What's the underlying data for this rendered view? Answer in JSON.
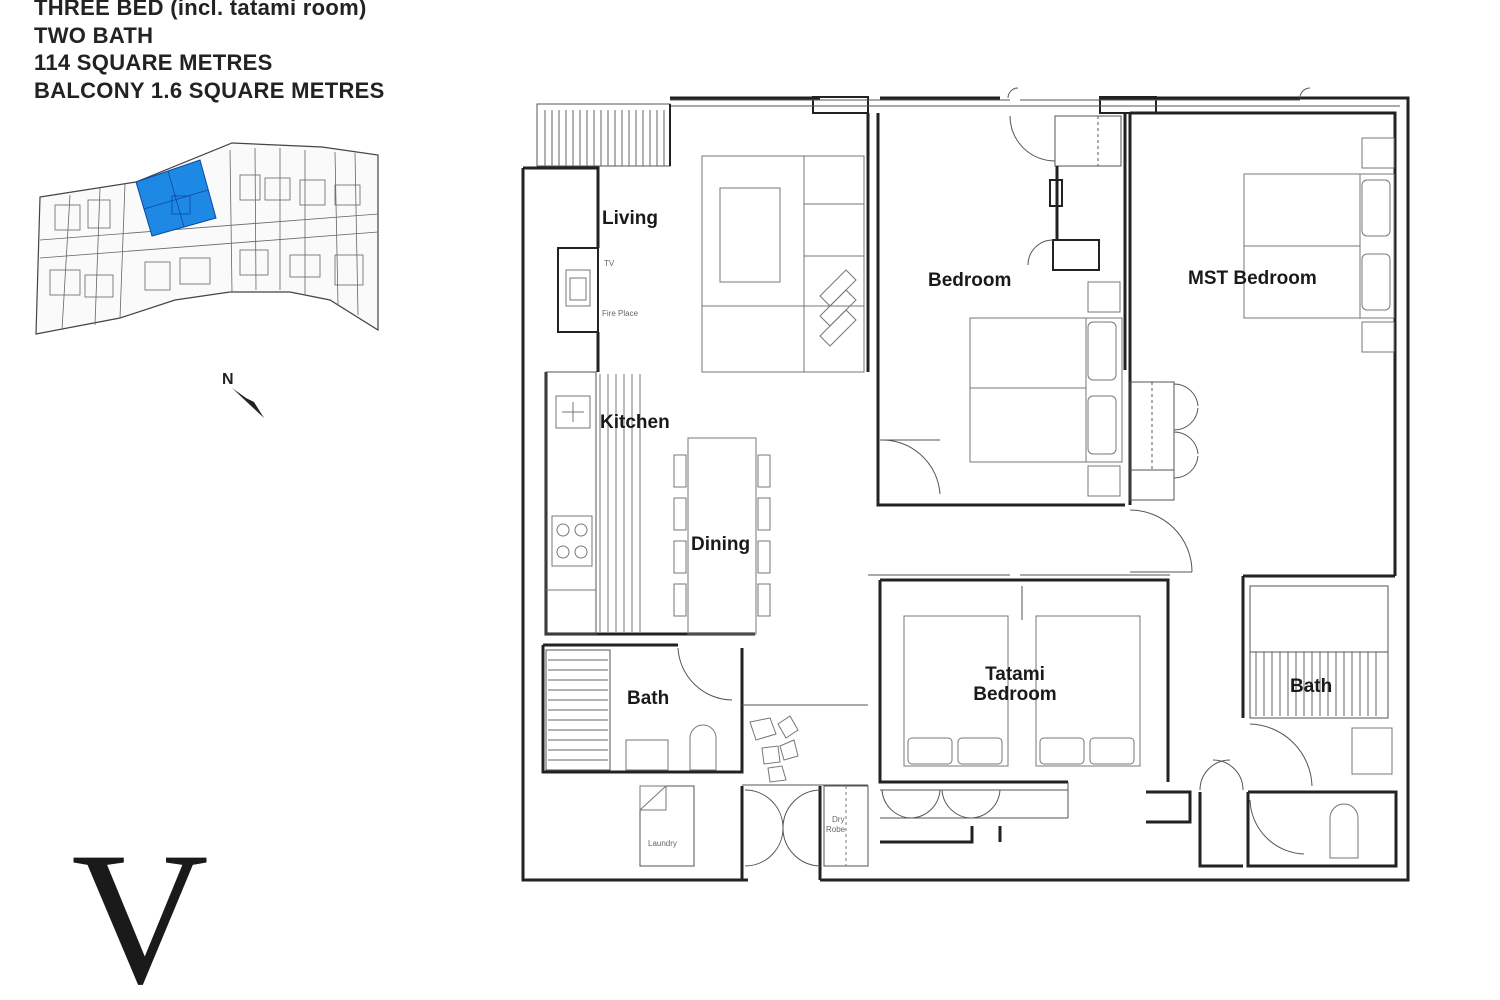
{
  "header": {
    "line1": "THREE BED (incl. tatami room)",
    "line2": "TWO BATH",
    "line3": "114 SQUARE METRES",
    "line4": "BALCONY 1.6 SQUARE METRES"
  },
  "keyplan": {
    "highlight_color": "#1e88e5",
    "north_label": "N"
  },
  "logo": {
    "letter": "V"
  },
  "rooms": {
    "living": "Living",
    "kitchen": "Kitchen",
    "dining": "Dining",
    "bedroom": "Bedroom",
    "mst_bedroom": "MST Bedroom",
    "tatami_line1": "Tatami",
    "tatami_line2": "Bedroom",
    "bath1": "Bath",
    "bath2": "Bath"
  },
  "labels": {
    "tv": "TV",
    "fireplace": "Fire Place",
    "laundry": "Laundry",
    "dry_line1": "Dry",
    "dry_line2": "Robe"
  }
}
